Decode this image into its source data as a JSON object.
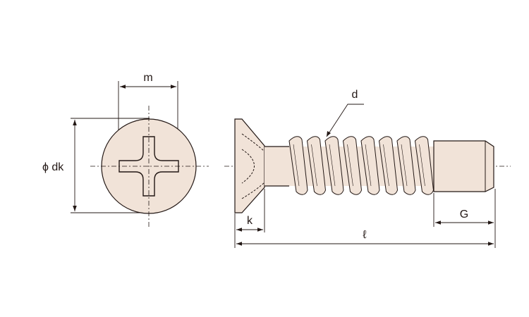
{
  "labels": {
    "m": "m",
    "phi_dk": "ϕ dk",
    "d": "d",
    "k": "k",
    "l": "ℓ",
    "G": "G"
  },
  "colors": {
    "line": "#231815",
    "fill": "#f1e3d8",
    "background": "#ffffff"
  }
}
